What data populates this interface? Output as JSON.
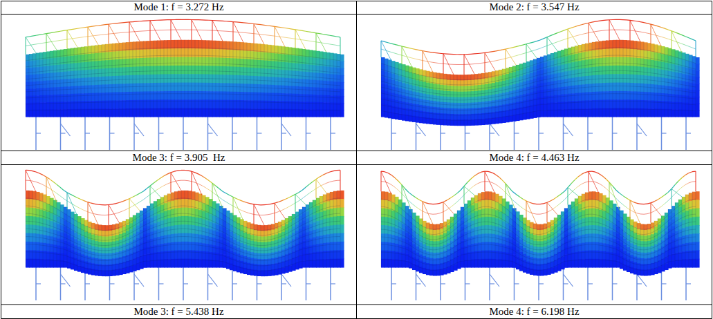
{
  "diagram": {
    "labels": [
      "Mode 1: f = 3.272 Hz",
      "Mode 2: f = 3.547 Hz",
      "Mode 3: f = 3.905  Hz",
      "Mode 4: f = 4.463 Hz",
      "Mode 3: f = 5.438 Hz",
      "Mode 4: f = 6.198 Hz"
    ]
  }
}
